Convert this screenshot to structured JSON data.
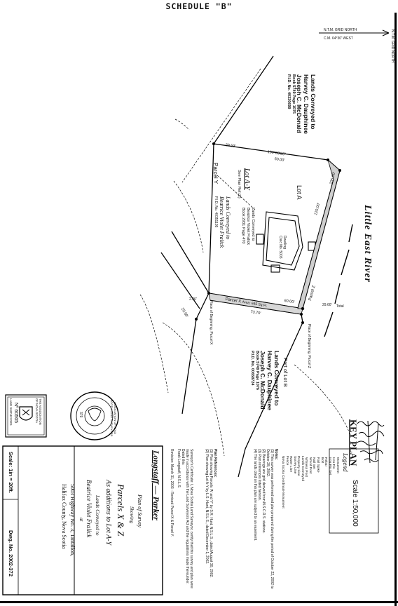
{
  "document": {
    "schedule_title": "SCHEDULE \"B\"",
    "north_arrow": {
      "line1": "N.T.M. GRID NORTH",
      "line2": "C.M. 64°30' WEST"
    },
    "river": {
      "name": "Little East River"
    },
    "parcels": {
      "lands_top": {
        "line1": "Lands Conveyed to",
        "line2": "Harvey C. Dauphinee",
        "line3": "Joseph C. McDonald",
        "line4": "Book 5749 Page 1076",
        "line5": "P.I.D. No. 40330699"
      },
      "lot_a": "Lot A",
      "lot_a_y": "Lot A-Y",
      "see_plan": "See Plan Ref.(2)",
      "parcel_y": "Parcel Y",
      "lands_violet": {
        "line1": "Lands Conveyed to",
        "line2": "Beatrice Violet Fralick",
        "line3": "Book 2931 Page 470"
      },
      "lands_violet_upper": {
        "line1": "Lands Conveyed to",
        "line2": "Beatrice Violet Fralick",
        "line3": "P.I.D. No. 40351105"
      },
      "dwelling": {
        "line1": "Dwelling",
        "line2": "Civic No. 5003"
      },
      "parcel_x": {
        "line1": "Parcel X",
        "line2": "Area: 665 Sq.Ft."
      },
      "parcel_z": "Parcel Z",
      "part_lot_b": "Part of Lot B",
      "lands_bottom": {
        "line1": "Lands Conveyed to",
        "line2": "Harvey C. Dauphinee",
        "line3": "Joseph C. McDonald",
        "line4": "Book 5749 Page 1076",
        "line5": "P.I.D. No. 00658724"
      },
      "place_beginning_x": "Place of Beginning, Parcel X",
      "place_beginning_z": "Place of Beginning, Parcel Z",
      "total": "Total"
    },
    "dimensions": {
      "d1": "100°03'35\"",
      "d2": "60.00'",
      "d3": "29.59'",
      "d4": "120.00'",
      "d5": "73.70'",
      "d6": "29.59'",
      "d7": "60.00'",
      "d8": "2.26'",
      "d9": "29.60'",
      "d10": "205.00'"
    },
    "key_plan": {
      "title": "KEY PLAN",
      "scale": "Scale 1:50,000"
    },
    "legend": {
      "title": "Legend",
      "items": [
        "Monument",
        "Iron Pin",
        "Iron Pin Set",
        "Rebar",
        "Bolt",
        "Rail Spike",
        "Nail Set",
        "Wood Post",
        "Witness Post"
      ],
      "symbols": [
        "Lands Conveyed",
        "Property Line",
        "Survey Line",
        "Water Line",
        "Fence",
        "Nova Scotia Coordinate Monument"
      ]
    },
    "notes": {
      "title": "Notes:",
      "items": [
        "(1) This survey was performed and plan prepared during the period of October 22, 2002 to October 28, 2002.",
        "(2) Bearings are grid derived from N.S.C.R.S. stations.",
        "(3) Plan references listed hereon.",
        "(4) The lands cited on this plan are subject to an easement."
      ]
    },
    "plan_references": {
      "title": "Plan References:",
      "items": [
        "(1) Plan showing Parcels 'A' and 'Y' by S.R. Hunt, N.S.L.S., dated August 30, 2002.",
        "(2) Plan showing Lot A-Y by L.S. Hunt, N.S.L.S., dated December 1, 2002."
      ]
    },
    "certificate": {
      "text": "Surveyor's Certificate: I, Nova Scotia Land Surveyor, certify that this survey and plan were made in accordance with the Land Surveyors Act and the regulations made thereunder.",
      "dated": "Dated this",
      "signed": "Frank Longstaff, N.S.L.S."
    },
    "revision": "Revision: March 31, 2003 - Revised Parcel X & Parcel Y.",
    "title_block": {
      "firm": "Longstaff — Parker",
      "plan_of": "Plan of Survey",
      "showing": "Showing",
      "parcels": "Parcels X & Z",
      "additions": "As additions to Lot A-Y",
      "conveyed": "Lands Conveyed to",
      "owner": "Beatrice Violet Fralick",
      "at": "at",
      "address": "5003 Highway No. 3, Tantallon,",
      "county": "Halifax County, Nova Scotia",
      "scale": "Scale: 1in = 20ft.",
      "dwg": "Dwg. No. 2002-372"
    },
    "stamps": {
      "association": {
        "line1": "THE ASSOCIATION",
        "line2": "OF NOVA SCOTIA",
        "line3": "LAND SURVEYORS",
        "number": "Nº 60505"
      },
      "seal": {
        "text": "ASSOCIATION OF NOVA SCOTIA LAND SURVEYORS",
        "number": "379"
      }
    }
  }
}
